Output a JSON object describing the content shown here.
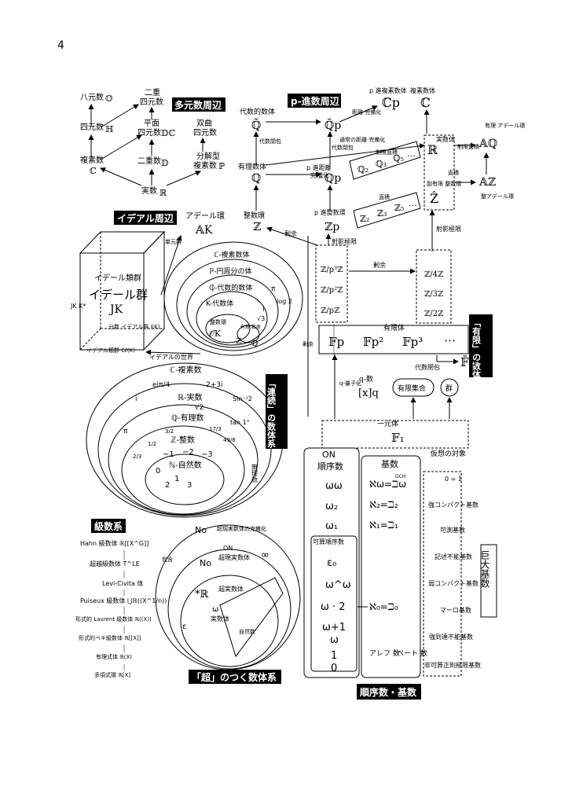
{
  "page_number": "4",
  "titles": {
    "quaternion_area": "多元数周辺",
    "padic_area": "p-進数周辺",
    "ideal_area": "イデアル周辺",
    "finite_system": "「有限」の数体系",
    "continuous_system": "「連続」の数体系",
    "series_system": "級数系",
    "super_system": "「超」のつく数体系",
    "ordinal_cardinal": "順序数・基数",
    "large_cardinal": "巨大基数"
  },
  "hypercomplex": {
    "octonion": "八元数",
    "octonion_sym": "𝕆",
    "quaternion": "四元数",
    "quaternion_sym": "ℍ",
    "complex": "複素数",
    "complex_sym": "ℂ",
    "bicomplex_label1": "二重",
    "bicomplex_label2": "四元数",
    "planar1": "平面",
    "planar2": "四元数",
    "planar_sym": "𝔻ℂ",
    "dual_quat1": "双曲",
    "dual_quat2": "四元数",
    "dual": "二重数",
    "dual_sym": "𝔻",
    "split1": "分解型",
    "split2": "複素数",
    "split_sym": "ℙ",
    "real": "実数",
    "real_sym": "ℝ"
  },
  "padic": {
    "algebraic": "代数的数体",
    "algebraic_sym": "ℚ̄",
    "alg_closure": "代数閉包",
    "rational": "有理数体",
    "rational_sym": "ℚ",
    "integer": "整数環",
    "integer_sym": "ℤ",
    "completion": "p 進距離",
    "completion2": "完備化",
    "qp_sym": "ℚ̄p",
    "qp_label": "ℚp",
    "cp_label": "p 進複素数体",
    "cp_sym": "ℂp",
    "c_label": "複素数体",
    "c_sym": "ℂ",
    "r_label": "実数体",
    "r_sym": "ℝ",
    "adele_ring": "有理\nアデール環",
    "aq_sym": "𝔸ℚ",
    "az_sym": "𝔸ℤ",
    "az_label": "整アデール環",
    "zhat_label": "副有限\n整数環",
    "zhat_sym": "Ẑ",
    "zp_label": "p 進整数環",
    "zp_sym": "ℤp",
    "qp_seq": [
      "ℚ₂",
      "ℚ₃",
      "ℚ₅",
      "…"
    ],
    "zp_seq": [
      "ℤ₂",
      "ℤ₃",
      "ℤ₅",
      "…"
    ],
    "direct_product": "直積",
    "restricted_product": "制限直積",
    "usual_distance": "通常の距離\n完備化",
    "projective_limit": "射影極限",
    "remainder": "剰余",
    "distance_comp": "距離\n完備化",
    "alg_closure2": "代数閉包"
  },
  "ideal": {
    "adele": "アデール環",
    "adele_sym": "𝔸K",
    "idele_group": "イデール類群",
    "idele": "イデール群",
    "idele_sym": "JK",
    "unit_group": "単元群",
    "ideal_class": "イデアル類群\nCℓ(K)",
    "divisor_group": "分数\nイデアル群\nI(K)",
    "world": "イデアルの世界",
    "jk_side": "JK\nK*"
  },
  "ideal_ellipse": {
    "complex": "ℂ-複素数体",
    "cyclotomic": "ℙ-円周分の体",
    "algebraic": "ℚ̄-代数的数体",
    "k_algebraic": "K-代数体",
    "integer_ring": "整数環",
    "ok": "𝒪K",
    "pi": "π",
    "log2": "log 2",
    "i": "i",
    "sqrt3": "√3",
    "z_sym": "ℤ",
    "q_sym": "ℚ",
    "rational_field": "有理\n数体"
  },
  "finite": {
    "zp3": "ℤ/p³ℤ",
    "zp2": "ℤ/p²ℤ",
    "zp": "ℤ/pℤ",
    "z4": "ℤ/4ℤ",
    "z3": "ℤ/3ℤ",
    "z2": "ℤ/2ℤ",
    "finite_field": "有限体",
    "fp": "𝔽p",
    "fp2": "𝔽p²",
    "fp3": "𝔽p³",
    "dots": "⋯",
    "alg_closure": "代数閉包",
    "fp_bar": "𝔽̄p",
    "q_number": "q-数",
    "qx": "[x]q",
    "finite_set": "有限集合",
    "group": "群",
    "one_element": "一元体",
    "f1": "𝔽₁",
    "virtual": "仮想の対象",
    "remainder": "剰余",
    "q_deform": "q-量子化",
    "residue": "剰余"
  },
  "continuous": {
    "complex": "ℂ-複素数",
    "real": "ℝ-実数",
    "rational": "ℚ-有理数",
    "integer": "ℤ-整数",
    "natural": "ℕ-自然数",
    "e_ipi": "eiπ/4",
    "two_plus_3i": "2+3i",
    "i": "i",
    "sin": "Sin⁻¹2",
    "sqrt2": "√2",
    "tan": "tan 1°",
    "pi": "π",
    "half": "1/2",
    "frac17_3": "17/3",
    "frac49_8": "49/8",
    "frac3_2": "3/2",
    "frac2_3": "2/3",
    "neg1": "−1",
    "neg2": "−2",
    "neg3": "−3",
    "n0": "0",
    "n1": "1",
    "n2": "2",
    "n3": "3",
    "infinity": "無理数"
  },
  "series": {
    "hahn": "Hahn 級数体 ℝ[[X^G]]",
    "transseries": "超越級数体 T^LE",
    "levi_civita": "Levi-Civita 体",
    "puiseux": "Puiseux 級数体 ⋃ℝ((X^1/n))",
    "laurent": "形式的 Laurent 級数体 ℝ((X))",
    "power": "形式的ベキ級数体 ℝ[[X]]",
    "rational": "有理式体 ℝ(X)",
    "polynomial": "多項式環 ℝ[X]"
  },
  "super": {
    "no": "No",
    "on": "ON",
    "surreal_label": "超現実数体の完備化",
    "surreal": "超現実数体",
    "infinity": "∞",
    "hyperreal": "*ℝ",
    "hyperreal_label": "超実数体",
    "real_label": "実数体",
    "natural_label": "自然数",
    "omega": "ω",
    "eps": "ε",
    "include_label": "包含"
  },
  "ordinal": {
    "on": "ON",
    "ordinal": "順序数",
    "omega_omega": "ωω",
    "omega2": "ω₂",
    "omega1": "ω₁",
    "countable": "可算順序数",
    "eps0": "ε₀",
    "omega_omega_small": "ω^ω",
    "omega_2": "ω · 2",
    "omega_plus1": "ω+1",
    "omega": "ω",
    "one": "1",
    "zero": "0",
    "cardinal": "基数",
    "aleph_omega": "ℵω=ℶω",
    "aleph2": "ℵ₂=ℶ₂",
    "aleph1": "ℵ₁=ℶ₁",
    "aleph0": "ℵ₀=ℶ₀",
    "aleph_name": "アレフ\n数",
    "beth_name": "ベート\n数",
    "gch": "GCH"
  },
  "large": {
    "zero_one": "0 = 1",
    "strong_compact": "強コンパクト基数",
    "measurable": "可測基数",
    "ineffable": "記述不能基数",
    "weakly_compact": "弱コンパクト基数",
    "mahlo": "マーロ基数",
    "strongly_inaccessible": "強到達不能基数",
    "uncountable_regular": "非可算正則極限基数"
  }
}
